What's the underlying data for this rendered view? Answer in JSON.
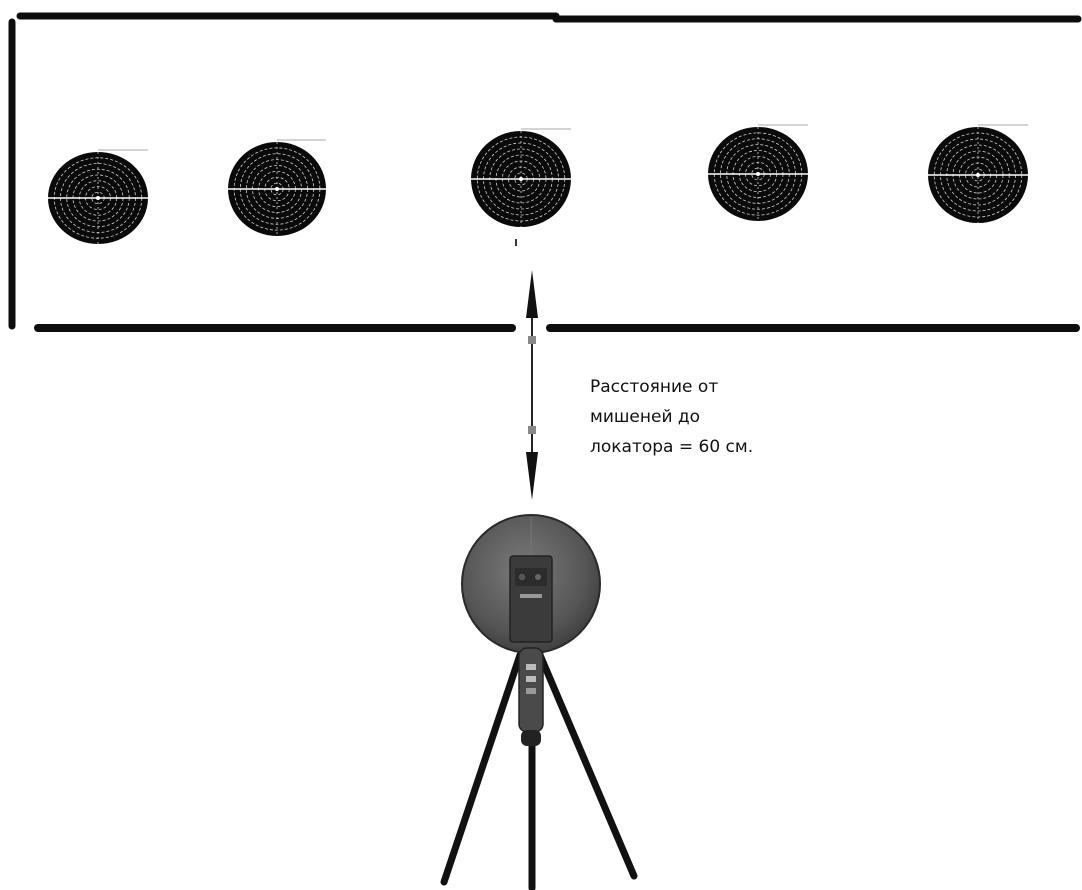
{
  "caption": {
    "lines": [
      "Расстояние от",
      "мишеней до",
      "локатора = 60 см."
    ]
  },
  "targets": {
    "count": 5
  },
  "colors": {
    "lines": "#0d0d0d",
    "target_face": "#0a0a0a",
    "target_rings": "#cfcfcf",
    "radar_dish": "#5c5c5c",
    "radar_module": "#3d3d3d",
    "tripod": "#111111"
  },
  "icons": {
    "target": "bullseye-target-icon",
    "radar": "radar-locator-icon",
    "arrow": "double-arrow-icon"
  }
}
